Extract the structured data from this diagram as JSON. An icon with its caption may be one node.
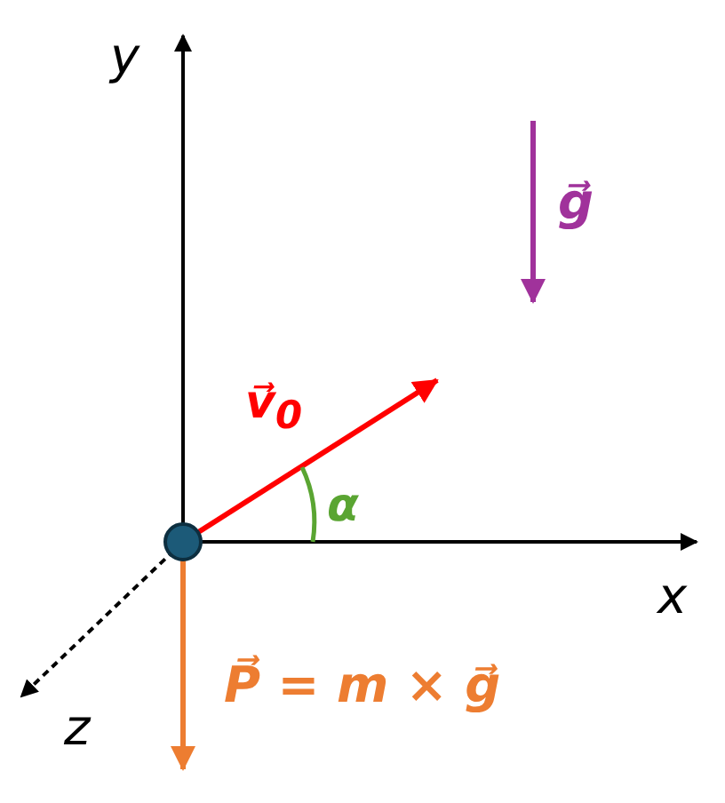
{
  "diagram": {
    "labels": [
      "y",
      "g⃗",
      "v⃗$_{0}$",
      "α",
      "x",
      "P⃗ = m × g⃗",
      "z"
    ]
  }
}
